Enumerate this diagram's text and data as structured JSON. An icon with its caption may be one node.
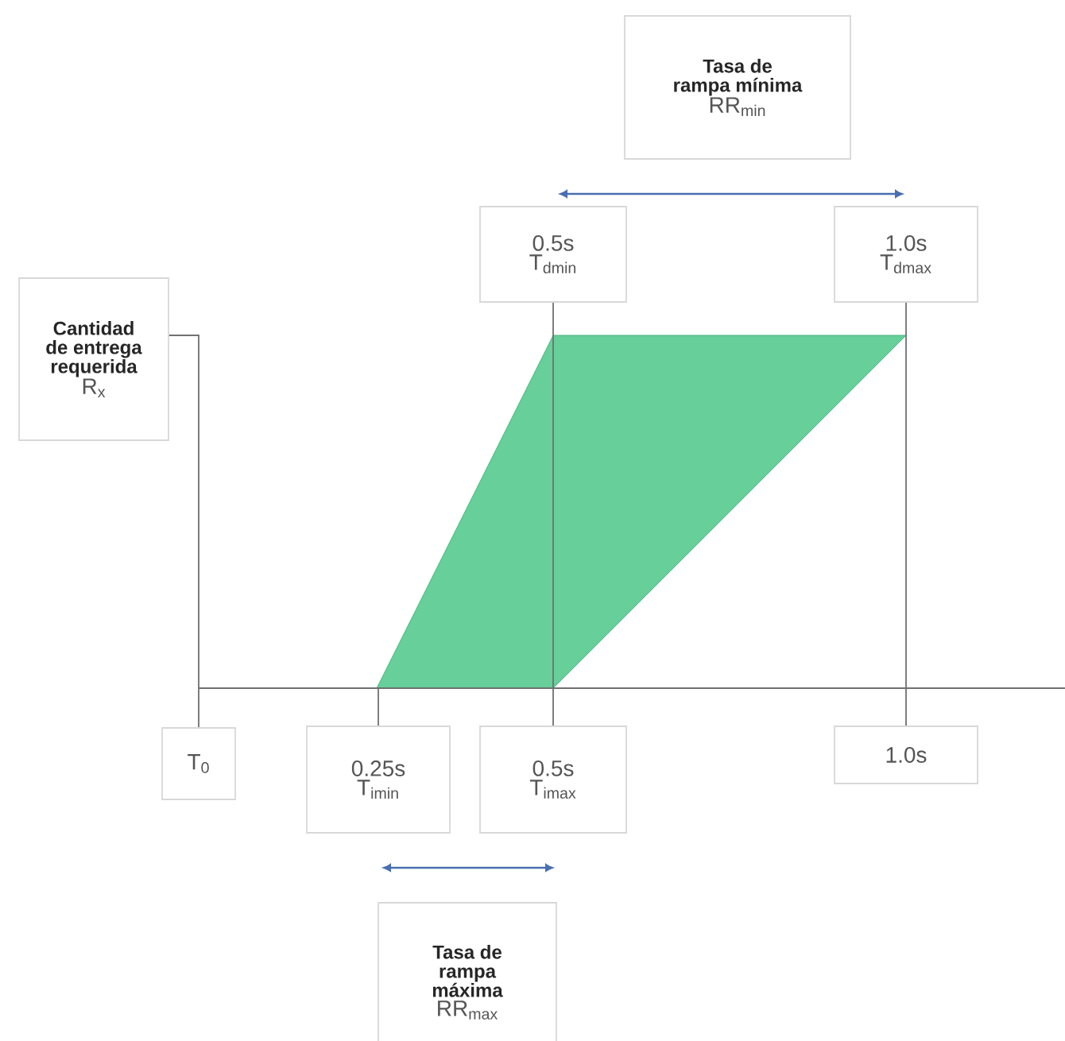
{
  "diagram": {
    "nodes": [
      {
        "text": [
          "Tasa de rampa mínima",
          "RR$_{min}$"
        ]
      },
      {
        "text": [
          "0.5s",
          "T$_{dmin}$"
        ]
      },
      {
        "text": [
          "1.0s",
          "T$_{dmax}$"
        ]
      },
      {
        "text": [
          "Cantidad de entrega requerida",
          "R$_{x}$"
        ]
      },
      {
        "text": [
          "T$_{0}$"
        ]
      },
      {
        "text": [
          "0.25s",
          "T$_{imin}$"
        ]
      },
      {
        "text": [
          "0.5s",
          "T$_{imax}$"
        ]
      },
      {
        "text": [
          "1.0s"
        ]
      },
      {
        "text": [
          "Tasa de rampa máxima",
          "RR$_{max}$"
        ]
      }
    ],
    "edges": [
      {
        "from": 3,
        "to": 4,
        "arrow": "none"
      },
      {
        "from": 1,
        "to": 6,
        "arrow": "none"
      },
      {
        "from": 2,
        "to": 7,
        "arrow": "none"
      },
      {
        "from": null,
        "to": 5,
        "arrow": "none"
      }
    ]
  }
}
